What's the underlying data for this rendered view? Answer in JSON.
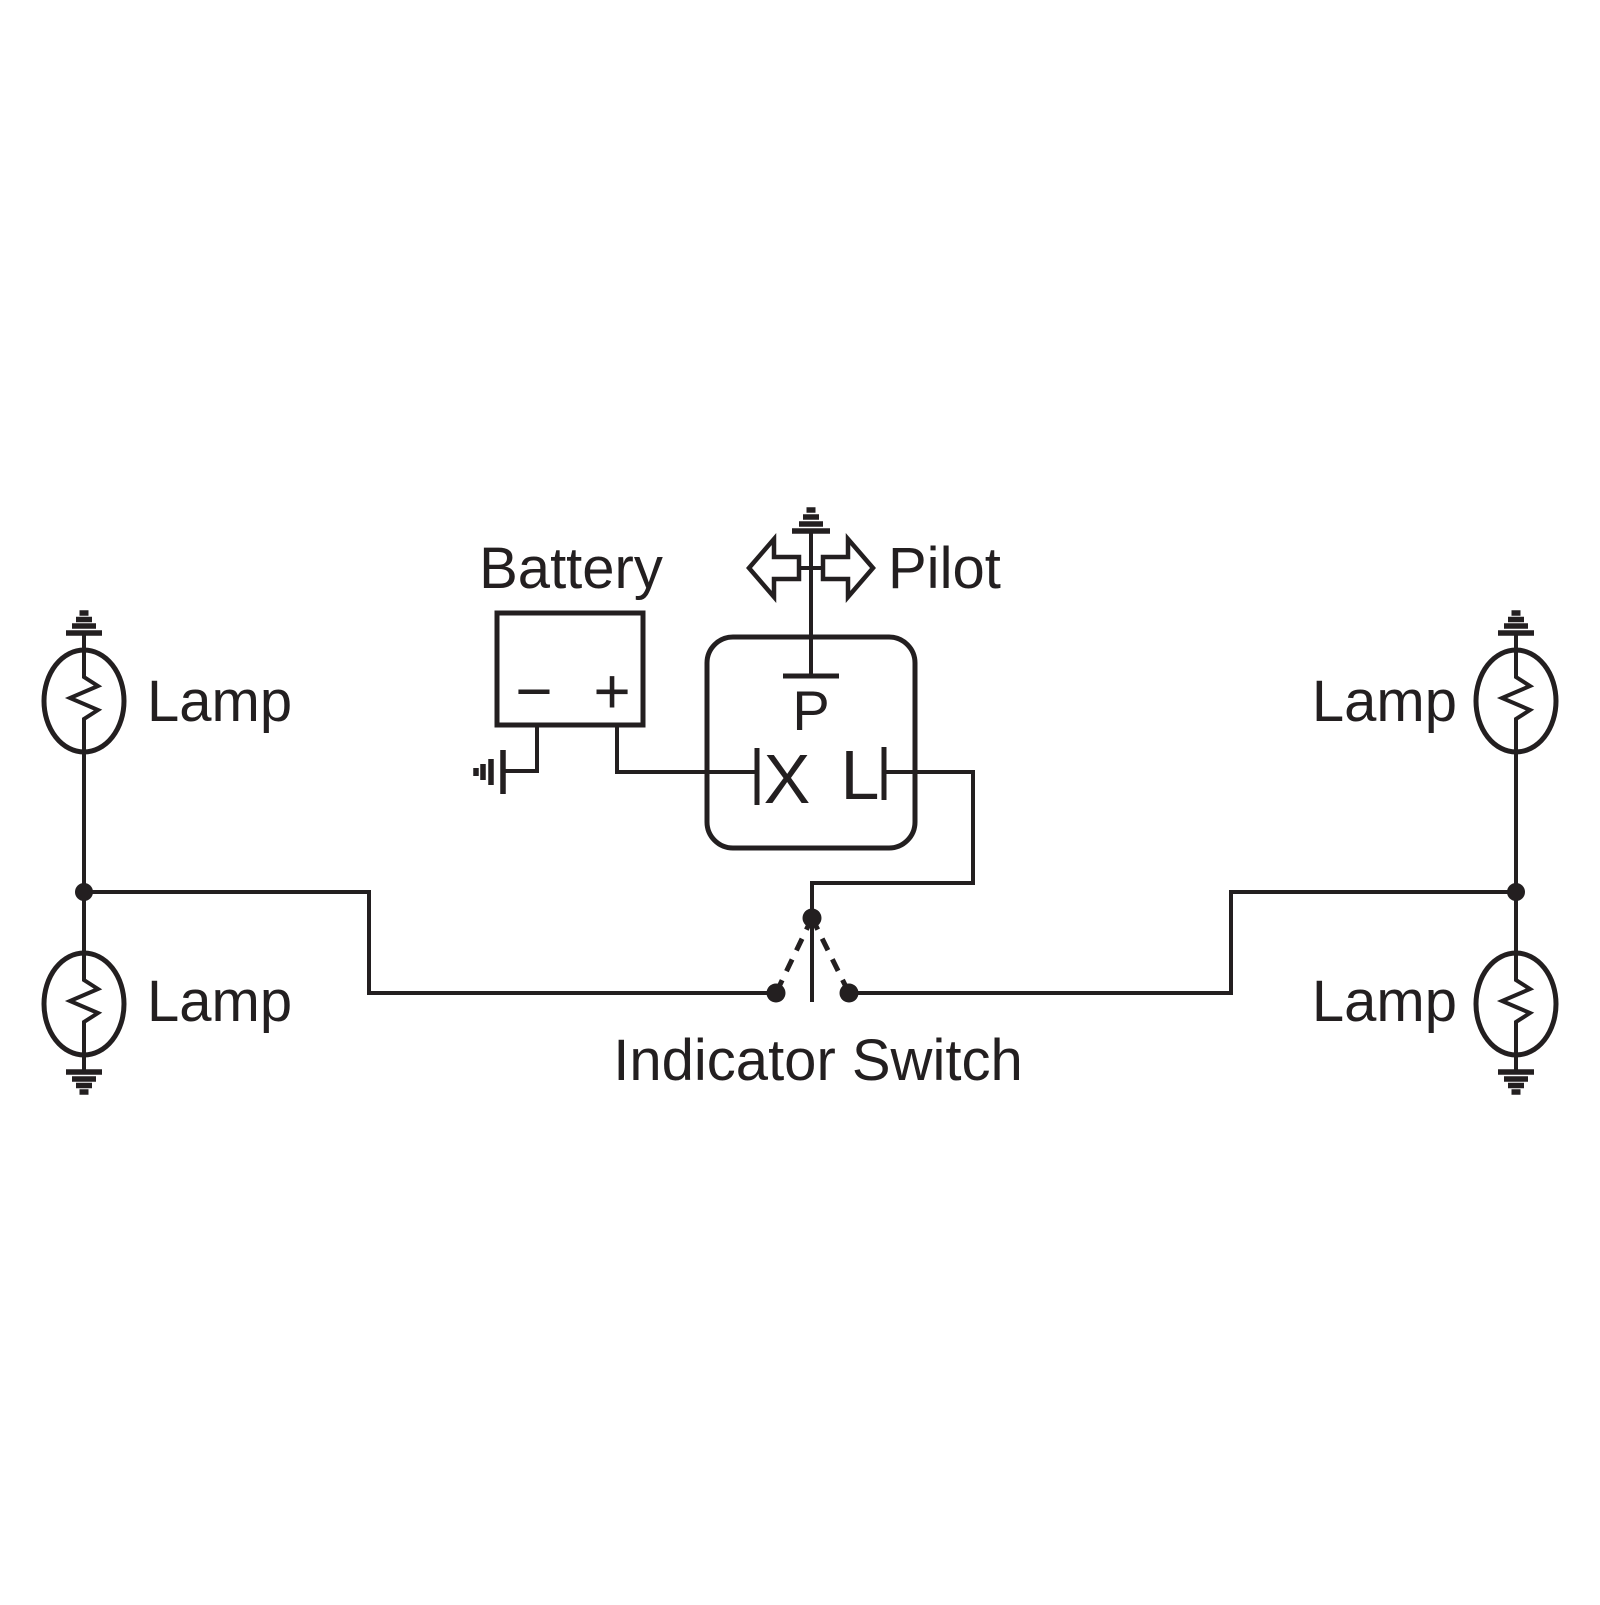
{
  "background_color": "#ffffff",
  "line_color": "#231f20",
  "battery": {
    "label": "Battery",
    "negative_sign": "−",
    "positive_sign": "+"
  },
  "flasher_unit": {
    "terminal_p": "P",
    "terminal_x": "X",
    "terminal_l": "L"
  },
  "pilot": {
    "label": "Pilot"
  },
  "lamps": {
    "top_left": "Lamp",
    "bottom_left": "Lamp",
    "top_right": "Lamp",
    "bottom_right": "Lamp"
  },
  "indicator_switch": {
    "label": "Indicator Switch"
  }
}
